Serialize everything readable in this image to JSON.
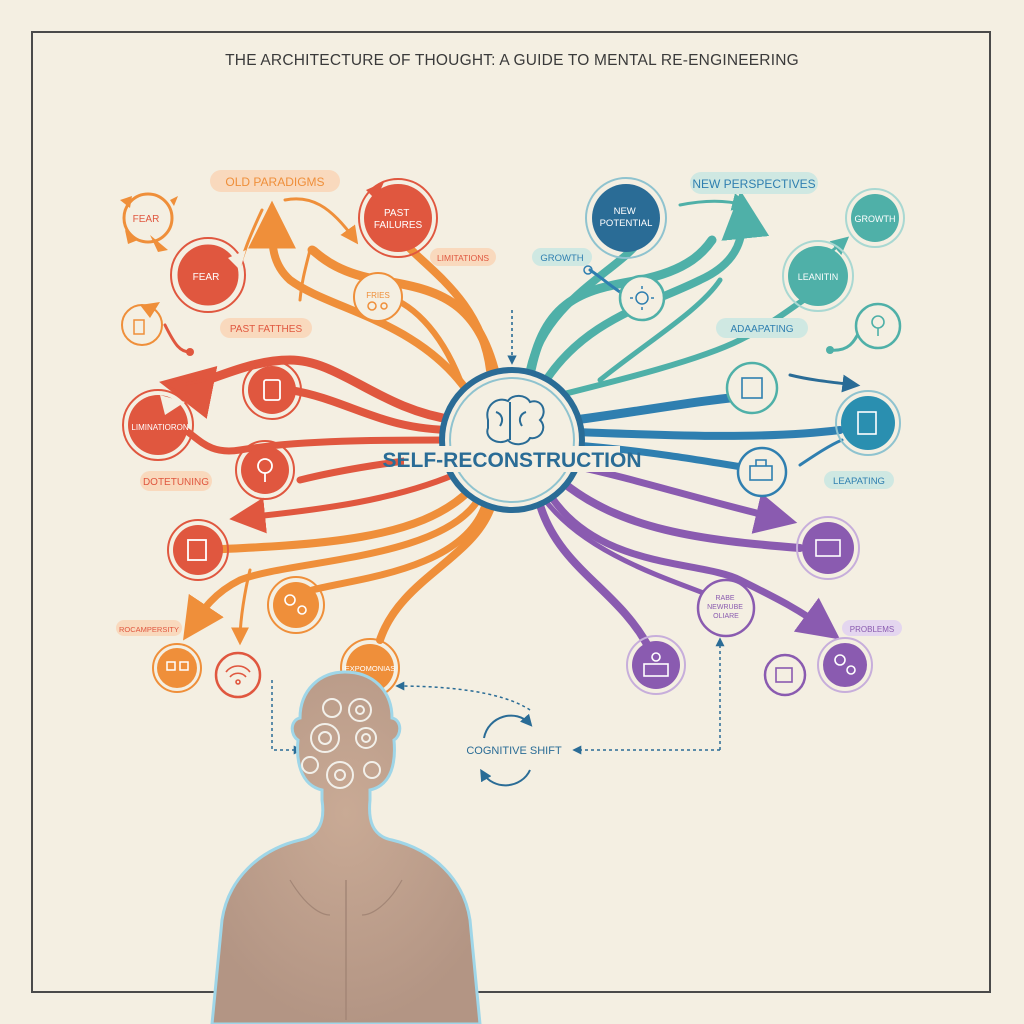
{
  "title": "THE ARCHITECTURE OF THOUGHT: A GUIDE TO MENTAL RE-ENGINEERING",
  "hub": {
    "label": "SELF-RECONSTRUCTION"
  },
  "shift": {
    "label": "COGNITIVE SHIFT"
  },
  "colors": {
    "orange": "#ef8f3a",
    "red": "#e0573f",
    "teal": "#4fb0a8",
    "blue": "#2f7fb0",
    "purple": "#8a5bb0",
    "navy": "#2a6c96",
    "background": "#f4efe2"
  },
  "left": {
    "pills": {
      "old_paradigms": "OLD PARADIGMS",
      "limitations": "LIMITATIONS",
      "past_fatthes": "PAST FATTHES",
      "dotetuning": "DOTETUNING",
      "rocampersity": "ROCAMPERSITY",
      "expomonias": "EXPOMONIAS"
    },
    "nodes": {
      "fear_small": "FEAR",
      "fear_big": "FEAR",
      "past_failures": "PAST FAILURES",
      "fries": "FRIES",
      "limitation_node": "LIMINATIORON"
    }
  },
  "right": {
    "pills": {
      "new_perspectives": "NEW PERSPECTIVES",
      "growth_pill": "GROWTH",
      "adapting": "ADAAPATING",
      "leapating": "LEAPATING",
      "problems": "PROBLEMS"
    },
    "nodes": {
      "new_potential": "NEW POTENTIAL",
      "growth_node": "GROWTH",
      "learning": "LEANITIN",
      "new_mindset": "RABE NEWRUBE OLIARE"
    }
  },
  "icons": {
    "hub": "brain-icon",
    "person": "head-with-gears-icon",
    "shift": "cycle-arrows-icon"
  }
}
